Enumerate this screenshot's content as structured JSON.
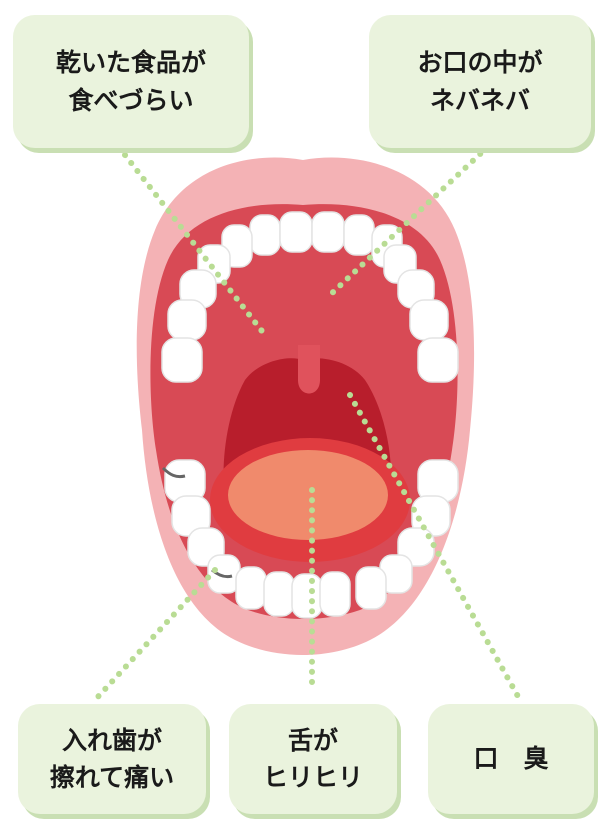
{
  "labels": {
    "dry_food": {
      "line1": "乾いた食品が",
      "line2": "食べづらい"
    },
    "sticky": {
      "line1": "お口の中が",
      "line2": "ネバネバ"
    },
    "denture": {
      "line1": "入れ歯が",
      "line2": "擦れて痛い"
    },
    "tongue": {
      "line1": "舌が",
      "line2": "ヒリヒリ"
    },
    "breath": {
      "line1": "口　臭"
    }
  },
  "colors": {
    "lip": "#f4b2b5",
    "lip_edge": "#f7c6c8",
    "mouth": "#d84a55",
    "throat": "#b81e2c",
    "tongue_outer": "#e03c40",
    "tongue_inner": "#f08a6c",
    "teeth": "#ffffff",
    "teeth_shadow": "#e8e8e8",
    "dots": "#b9dc94",
    "box_bg": "#eaf3dd",
    "box_shadow": "#c9dfb3"
  }
}
